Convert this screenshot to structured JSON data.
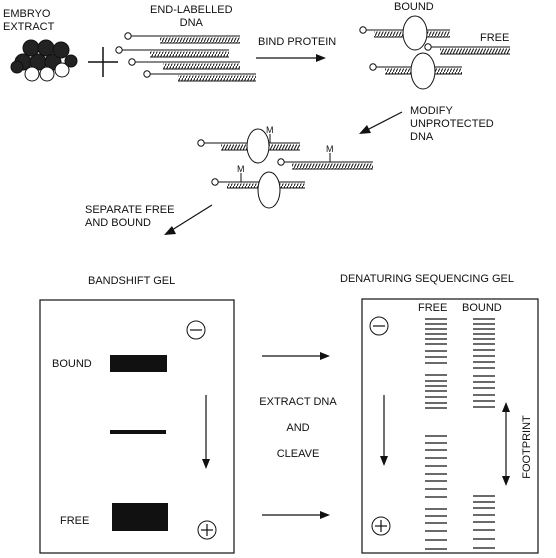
{
  "top": {
    "embryo_line1": "EMBRYO",
    "embryo_line2": "EXTRACT",
    "endlabel_line1": "END-LABELLED",
    "endlabel_line2": "DNA",
    "bind_protein": "BIND PROTEIN",
    "bound": "BOUND",
    "free": "FREE"
  },
  "middle": {
    "modify_line1": "MODIFY",
    "modify_line2": "UNPROTECTED",
    "modify_line3": "DNA",
    "mark_label": "M",
    "separate_line1": "SEPARATE FREE",
    "separate_line2": "AND BOUND"
  },
  "bandshift": {
    "title": "BANDSHIFT GEL",
    "bound_label": "BOUND",
    "free_label": "FREE"
  },
  "process": {
    "line1": "EXTRACT DNA",
    "line2": "AND",
    "line3": "CLEAVE"
  },
  "sequencing": {
    "title": "DENATURING SEQUENCING GEL",
    "col_free": "FREE",
    "col_bound": "BOUND",
    "footprint": "FOOTPRINT"
  }
}
